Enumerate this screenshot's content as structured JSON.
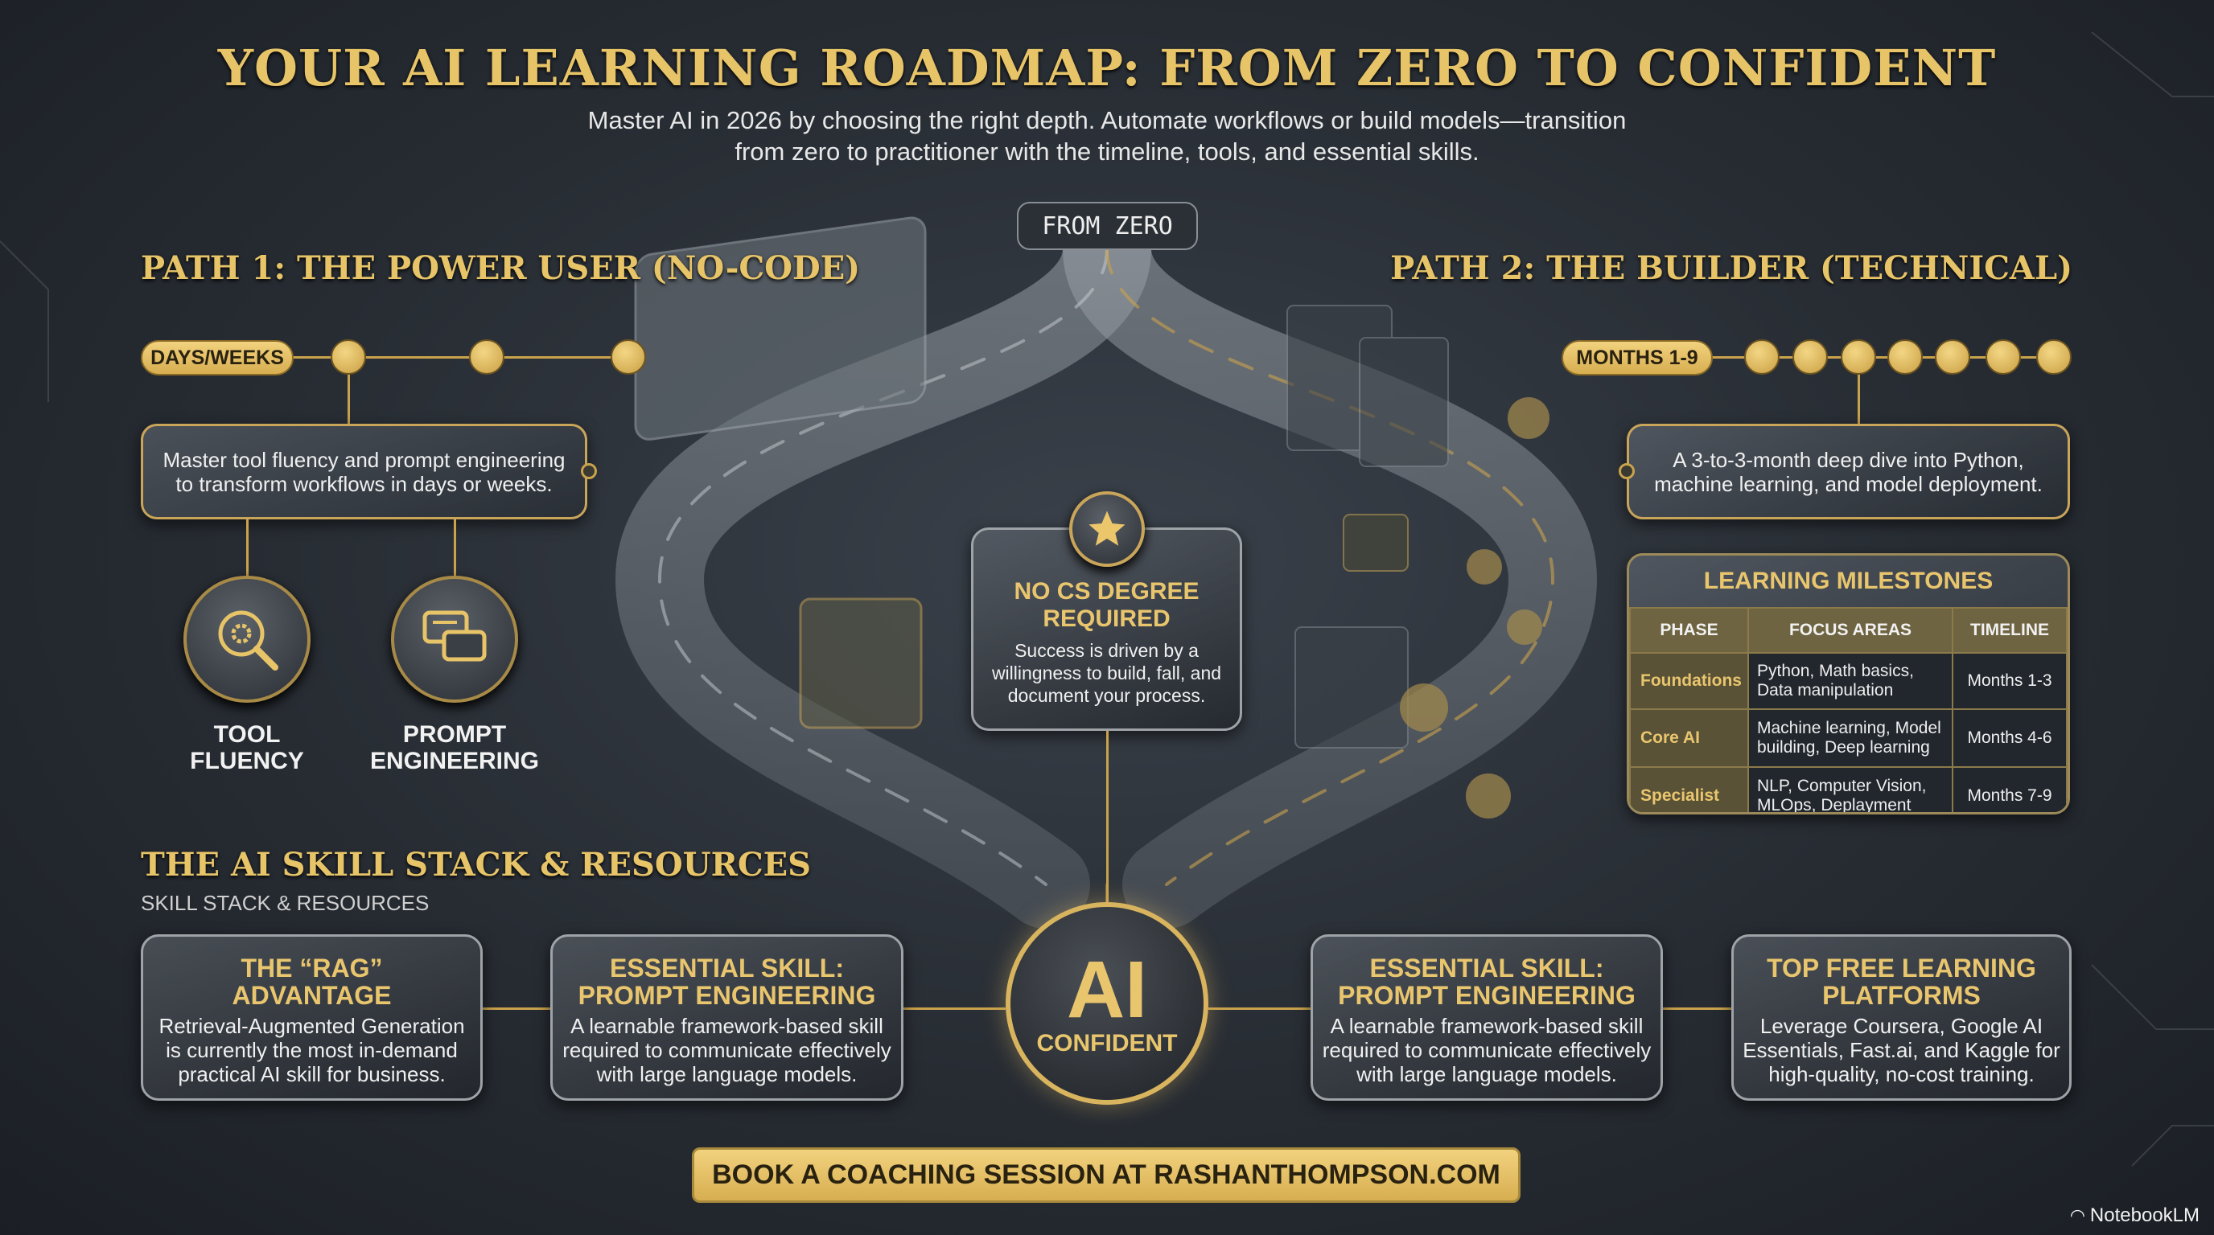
{
  "header": {
    "title": "YOUR AI LEARNING ROADMAP: FROM ZERO TO CONFIDENT",
    "subtitle_lines": [
      "Master AI in 2026 by choosing the right depth. Automate workflows or build models—transition",
      "from zero to practitioner with the timeline, tools, and essential skills."
    ]
  },
  "start_label": "FROM ZERO",
  "path1": {
    "heading": "PATH 1: THE POWER USER (NO-CODE)",
    "timeline_label": "DAYS/WEEKS",
    "timeline_dots": 3,
    "description_lines": [
      "Master tool fluency and prompt engineering",
      "to transform workflows in days or weeks."
    ],
    "skills": [
      {
        "icon": "gear-search-icon",
        "label_lines": [
          "TOOL",
          "FLUENCY"
        ]
      },
      {
        "icon": "chat-bubbles-icon",
        "label_lines": [
          "PROMPT",
          "ENGINEERING"
        ]
      }
    ]
  },
  "path2": {
    "heading": "PATH 2: THE BUILDER (TECHNICAL)",
    "timeline_label": "MONTHS 1-9",
    "timeline_dots": 7,
    "description_lines": [
      "A 3-to-3-month deep dive into Python,",
      "machine learning, and model deployment."
    ]
  },
  "milestones": {
    "title": "LEARNING MILESTONES",
    "headers": [
      "PHASE",
      "FOCUS AREAS",
      "TIMELINE"
    ],
    "rows": [
      {
        "phase": "Foundations",
        "focus": [
          "Python, Math basics,",
          "Data manipulation"
        ],
        "timeline": "Months 1-3"
      },
      {
        "phase": "Core AI",
        "focus": [
          "Machine learning, Model",
          "building, Deep learning"
        ],
        "timeline": "Months 4-6"
      },
      {
        "phase": "Specialist",
        "focus": [
          "NLP, Computer Vision,",
          "MLOps, Deplayment"
        ],
        "timeline": "Months 7-9"
      }
    ]
  },
  "center_card": {
    "icon": "star-icon",
    "title_lines": [
      "NO CS DEGREE",
      "REQUIRED"
    ],
    "body_lines": [
      "Success is driven by a",
      "willingness to build, fall, and",
      "document your process."
    ]
  },
  "destination": {
    "big": "AI",
    "small": "CONFIDENT"
  },
  "skill_stack": {
    "heading": "THE AI SKILL STACK & RESOURCES",
    "subheading": "SKILL STACK & RESOURCES",
    "cards": [
      {
        "title_lines": [
          "THE “RAG”",
          "ADVANTAGE"
        ],
        "body_lines": [
          "Retrieval-Augmented Generation",
          "is currently the most in-demand",
          "practical AI skill for business."
        ]
      },
      {
        "title_lines": [
          "ESSENTIAL SKILL:",
          "PROMPT ENGINEERING"
        ],
        "body_lines": [
          "A learnable framework-based skill",
          "required to communicate effectively",
          "with large language models."
        ]
      },
      {
        "title_lines": [
          "ESSENTIAL SKILL:",
          "PROMPT ENGINEERING"
        ],
        "body_lines": [
          "A learnable framework-based skill",
          "required to communicate effectively",
          "with large language models."
        ]
      },
      {
        "title_lines": [
          "TOP FREE LEARNING",
          "PLATFORMS"
        ],
        "body_lines": [
          "Leverage Coursera, Google AI",
          "Essentials, Fast.ai, and Kaggle for",
          "high-quality, no-cost training."
        ]
      }
    ]
  },
  "cta": {
    "label": "BOOK A COACHING SESSION AT RASHANTHOMPSON.COM"
  },
  "watermark": "NotebookLM",
  "colors": {
    "gold": "#e7c468",
    "background": "#2b3038",
    "border_gold": "#c9a55a"
  }
}
